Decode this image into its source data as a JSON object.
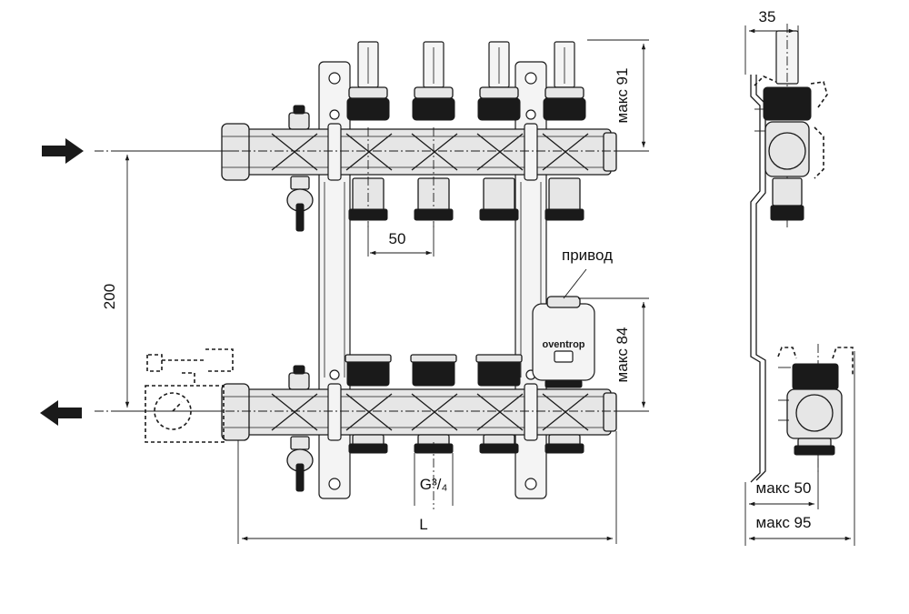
{
  "labels": {
    "dim_35": "35",
    "dim_max91": "макс 91",
    "dim_200": "200",
    "dim_50": "50",
    "actuator": "привод",
    "brand": "oventrop",
    "dim_max84": "макс 84",
    "thread": "G³/₄",
    "dim_L": "L",
    "dim_max50": "макс 50",
    "dim_max95": "макс 95"
  },
  "colors": {
    "line": "#1a1a1a",
    "body": "#e6e6e6",
    "background": "#ffffff"
  },
  "icons": {
    "flow_in": "arrow-right-icon",
    "flow_out": "arrow-left-icon"
  }
}
